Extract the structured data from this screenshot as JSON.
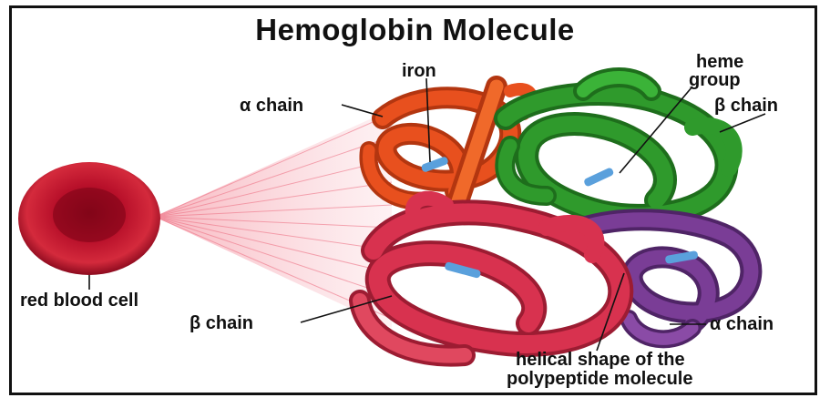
{
  "title": "Hemoglobin Molecule",
  "labels": {
    "iron": "iron",
    "heme_line1": "heme",
    "heme_line2": "group",
    "alpha_chain_top": "α chain",
    "beta_chain_top": "β chain",
    "red_blood_cell": "red blood cell",
    "beta_chain_bottom": "β chain",
    "alpha_chain_bottom": "α chain",
    "helical_line1": "helical shape of the",
    "helical_line2": "polypeptide molecule"
  },
  "colors": {
    "alpha_top": "#e8501e",
    "beta_top": "#2f9a2c",
    "beta_bottom": "#d8324f",
    "alpha_bottom": "#7a3d96",
    "cell": "#b8102a",
    "heme": "#5aa0dc"
  }
}
